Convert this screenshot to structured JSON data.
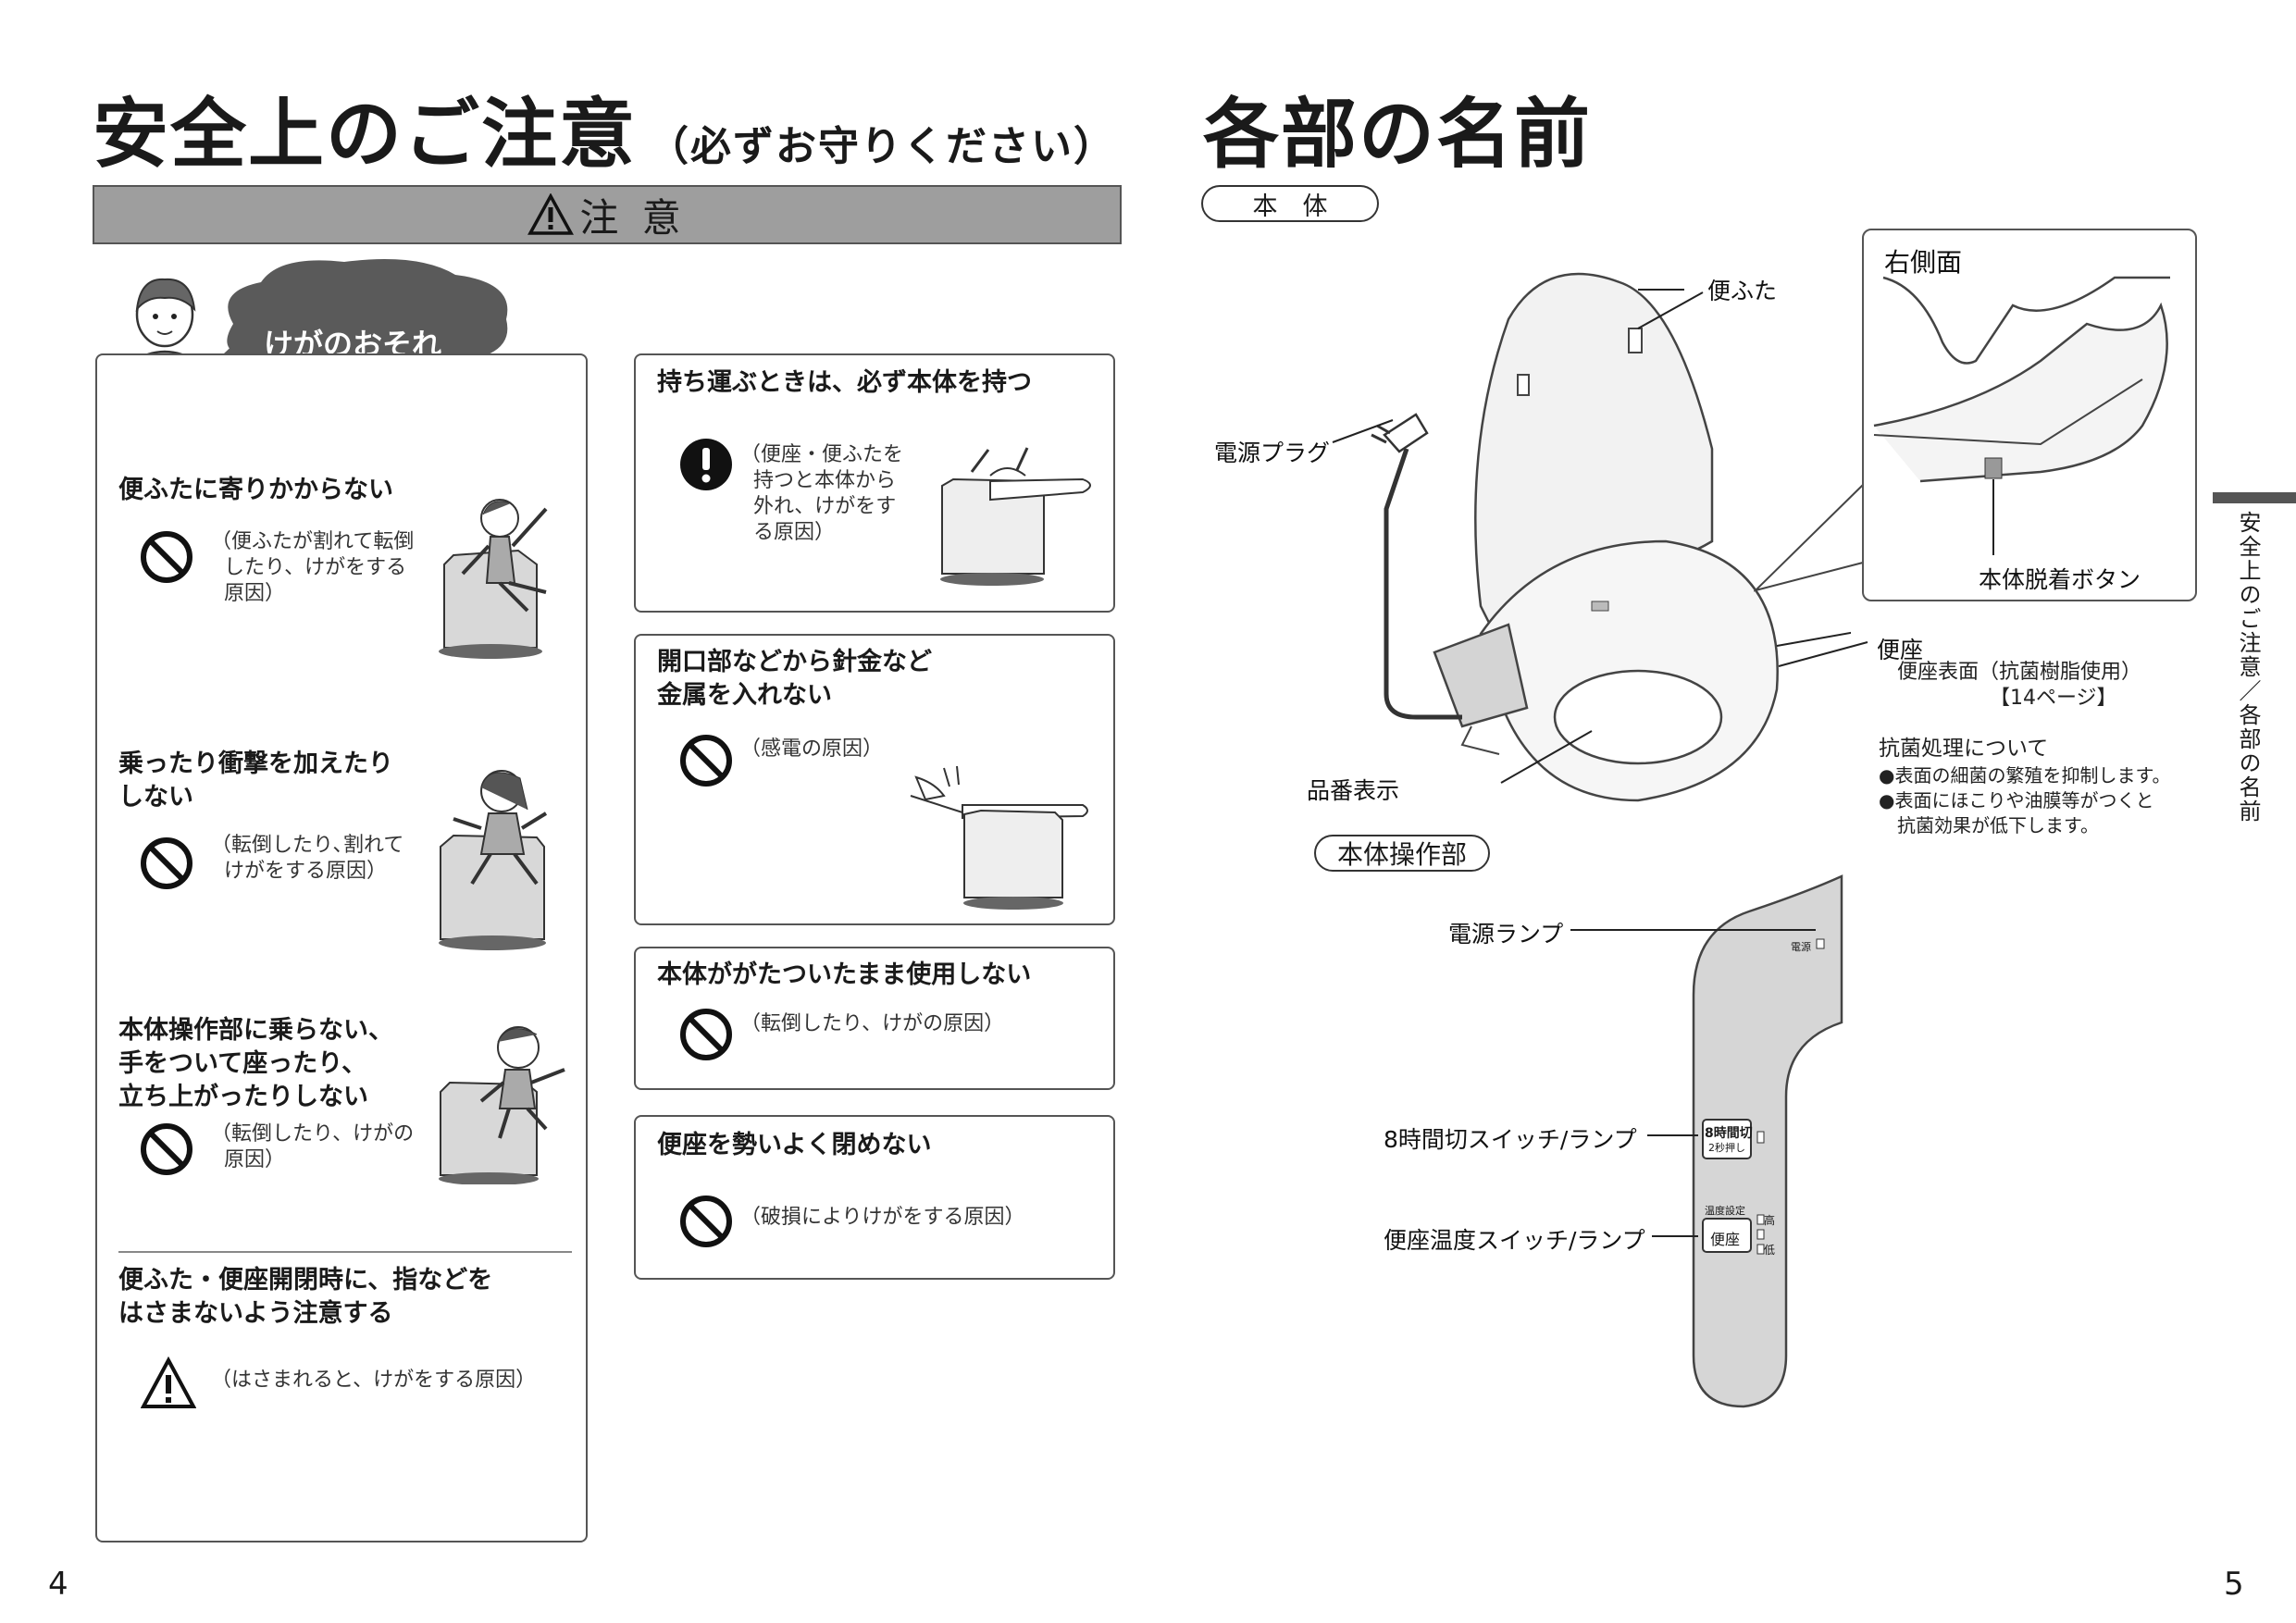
{
  "left": {
    "title": "安全上のご注意",
    "title_sub": "（必ずお守りください）",
    "caution_label": "注 意",
    "bubble": "けがのおそれ",
    "col1": [
      {
        "heading": [
          "便ふたに寄りかからない"
        ],
        "note": [
          "（便ふたが割れて転倒",
          "したり、けがをする",
          "原因）"
        ]
      },
      {
        "heading": [
          "乗ったり衝撃を加えたり",
          "しない"
        ],
        "note": [
          "（転倒したり､割れて",
          "けがをする原因）"
        ]
      },
      {
        "heading": [
          "本体操作部に乗らない、",
          "手をついて座ったり、",
          "立ち上がったりしない"
        ],
        "note": [
          "（転倒したり、けがの",
          "原因）"
        ]
      },
      {
        "heading": [
          "便ふた・便座開閉時に、指などを",
          "はさまないよう注意する"
        ],
        "note": [
          "（はさまれると、けがをする原因）"
        ]
      }
    ],
    "col2": [
      {
        "heading": [
          "持ち運ぶときは、必ず本体を持つ"
        ],
        "note": [
          "（便座・便ふたを",
          "持つと本体から",
          "外れ、けがをす",
          "る原因）"
        ]
      },
      {
        "heading": [
          "開口部などから針金など",
          "金属を入れない"
        ],
        "note": [
          "（感電の原因）"
        ]
      },
      {
        "heading": [
          "本体ががたついたまま使用しない"
        ],
        "note": [
          "（転倒したり、けがの原因）"
        ]
      },
      {
        "heading": [
          "便座を勢いよく閉めない"
        ],
        "note": [
          "（破損によりけがをする原因）"
        ]
      }
    ],
    "page": "4"
  },
  "right": {
    "title": "各部の名前",
    "section1": "本　体",
    "section2": "本体操作部",
    "labels": {
      "lid": "便ふた",
      "plug": "電源プラグ",
      "right_side": "右側面",
      "detach_button": "本体脱着ボタン",
      "seat": "便座",
      "seat_surface": "便座表面（抗菌樹脂使用）",
      "seat_page": "【14ページ】",
      "model_label": "品番表示",
      "antibac_title": "抗菌処理について",
      "antibac_1": "●表面の細菌の繁殖を抑制します。",
      "antibac_2": "●表面にほこりや油膜等がつくと",
      "antibac_3": "抗菌効果が低下します。",
      "power_lamp": "電源ランプ",
      "timer_switch": "8時間切スイッチ/ランプ",
      "seat_temp_switch": "便座温度スイッチ/ランプ",
      "panel_power": "電源",
      "panel_timer_1": "8時間切",
      "panel_timer_2": "2秒押し",
      "panel_temp_setting": "温度設定",
      "panel_seat": "便座",
      "panel_high": "高",
      "panel_low": "低"
    },
    "side_tab": "安全上のご注意／各部の名前",
    "page": "5"
  }
}
